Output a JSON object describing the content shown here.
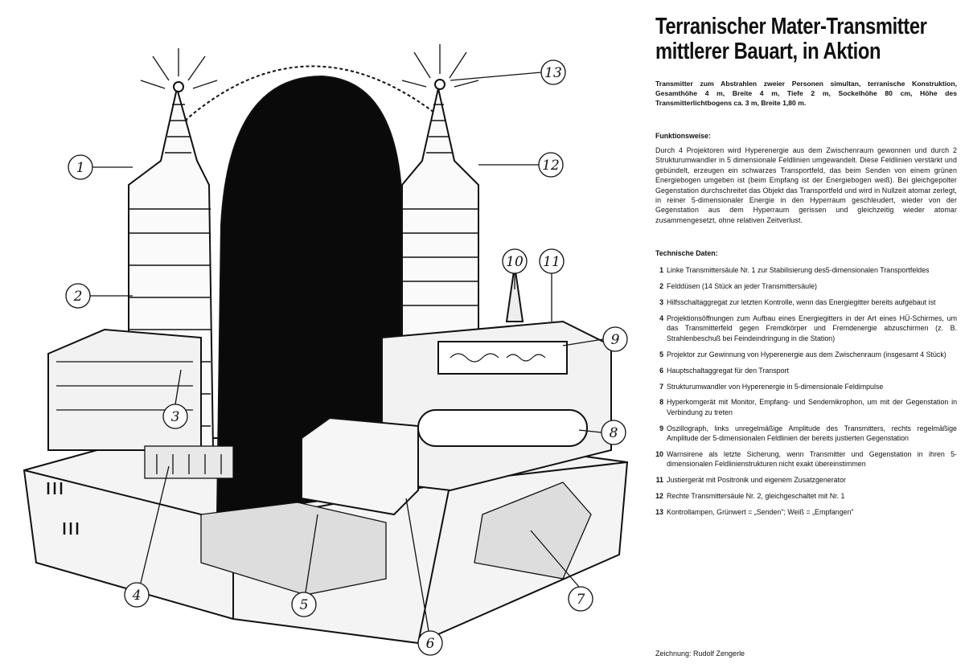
{
  "title": [
    "Terranischer Mater-Transmitter",
    "mittlerer Bauart, in Aktion"
  ],
  "subtitle": "Transmitter zum Abstrahlen zweier Personen simultan, terranische Konstruktion, Gesamthöhe 4 m, Breite 4 m, Tiefe 2 m, Sockelhöhe 80 cm, Höhe des Transmitterlichtbogens ca. 3 m, Breite 1,80 m.",
  "function": {
    "heading": "Funktionsweise:",
    "text": "Durch 4 Projektoren wird Hyperenergie aus dem Zwischenraum gewonnen und durch 2 Strukturumwandler in 5 dimensionale Feldlinien umgewandelt. Diese Feldlinien verstärkt und gebündelt, erzeugen ein schwarzes Transportfeld, das beim Senden von einem grünen Energiebogen umgeben ist (beim Empfang ist der Energiebogen weiß). Bei gleichgepolter Gegenstation durchschreitet das Objekt das Transportfeld und wird in Nullzeit atomar zerlegt, in reiner 5-dimensionaler Energie in den Hyperraum geschleudert, wieder von der Gegenstation aus dem Hyperraum gerissen und gleichzeitig wieder atomar zusammengesetzt, ohne relativen Zeitverlust."
  },
  "tech": {
    "heading": "Technische Daten:",
    "items": [
      {
        "num": "1",
        "text": "Linke Transmittersäule Nr. 1 zur Stabilisierung des5-dimensionalen Transportfeldes"
      },
      {
        "num": "2",
        "text": "Felddüsen (14 Stück an jeder Transmittersäule)"
      },
      {
        "num": "3",
        "text": "Hilfsschaltaggregat zur letzten Kontrolle, wenn das Energiegitter bereits aufgebaut ist"
      },
      {
        "num": "4",
        "text": "Projektionsöffnungen zum Aufbau eines Energiegitters in der Art eines HÜ-Schirmes, um das Transmitterfeld gegen Fremdkörper und Fremdenergie abzuschirmen (z. B. Strahlenbeschuß bei Feindeindringung in die Station)"
      },
      {
        "num": "5",
        "text": "Projektor zur Gewinnung von Hyperenergie aus dem Zwischenraum (insgesamt 4 Stück)"
      },
      {
        "num": "6",
        "text": "Hauptschaltaggregat für den Transport"
      },
      {
        "num": "7",
        "text": "Strukturumwandler von Hyperenergie in 5-dimensionale Feldimpulse"
      },
      {
        "num": "8",
        "text": "Hyperkomgerät mit Monitor, Empfang- und Sendemikrophon, um mit der Gegenstation in Verbindung zu treten"
      },
      {
        "num": "9",
        "text": "Oszillograph, links unregelmäßige Amplitude des Transmitters, rechts regelmäßige Amplitude der 5-dimensionalen Feldlinien der bereits justierten Gegenstation"
      },
      {
        "num": "10",
        "text": "Warnsirene als letzte Sicherung, wenn Transmitter und Gegenstation in ihren 5-dimensionalen Feldlinienstrukturen nicht exakt übereinstimmen"
      },
      {
        "num": "11",
        "text": "Justiergerät mit Positronik und eigenem Zusatzgenerator"
      },
      {
        "num": "12",
        "text": "Rechte Transmittersäule Nr. 2, gleichgeschaltet mit Nr. 1"
      },
      {
        "num": "13",
        "text": "Kontrollampen, Grünwert = „Senden\"; Weiß = „Empfangen\""
      }
    ]
  },
  "callouts": [
    "1",
    "2",
    "3",
    "4",
    "5",
    "6",
    "7",
    "8",
    "9",
    "10",
    "11",
    "12",
    "13"
  ],
  "credit": "Zeichnung: Rudolf Zengerle"
}
